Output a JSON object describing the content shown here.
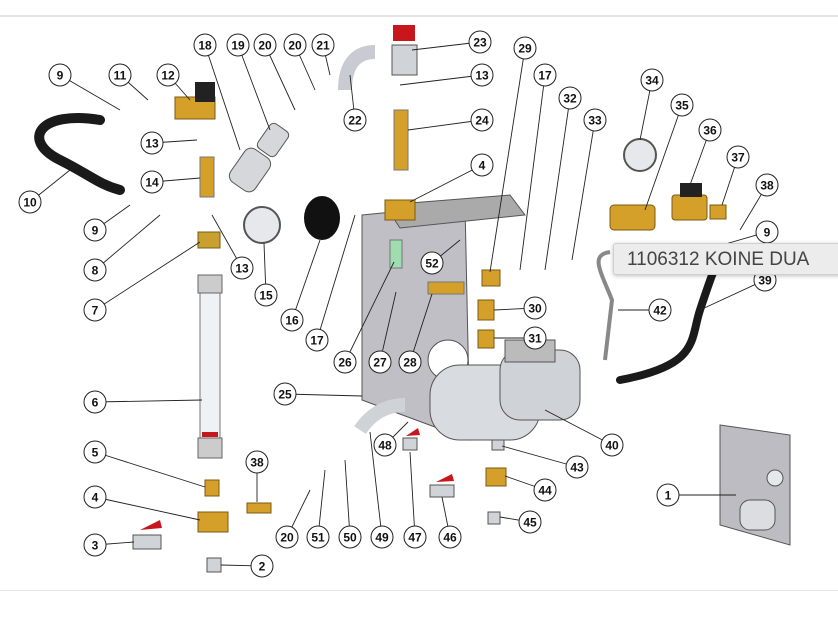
{
  "diagram": {
    "callouts": [
      "9",
      "11",
      "12",
      "18",
      "19",
      "20",
      "20",
      "21",
      "22",
      "23",
      "13",
      "29",
      "17",
      "32",
      "33",
      "34",
      "35",
      "36",
      "37",
      "38",
      "9",
      "39",
      "42",
      "24",
      "4",
      "13",
      "14",
      "10",
      "9",
      "8",
      "13",
      "15",
      "16",
      "17",
      "26",
      "27",
      "28",
      "52",
      "30",
      "31",
      "7",
      "6",
      "25",
      "40",
      "43",
      "44",
      "45",
      "48",
      "47",
      "46",
      "49",
      "50",
      "51",
      "20",
      "38",
      "5",
      "4",
      "3",
      "2",
      "1"
    ],
    "colors": {
      "brass": "#d4a02a",
      "steel": "#c8ccd2",
      "panel": "#bcbcc2",
      "hose": "#1a1a1a",
      "valve_red": "#c8161d",
      "pipe_green": "#9fdcb0"
    }
  },
  "tooltip": {
    "text": "1106312 KOINE DUA"
  }
}
